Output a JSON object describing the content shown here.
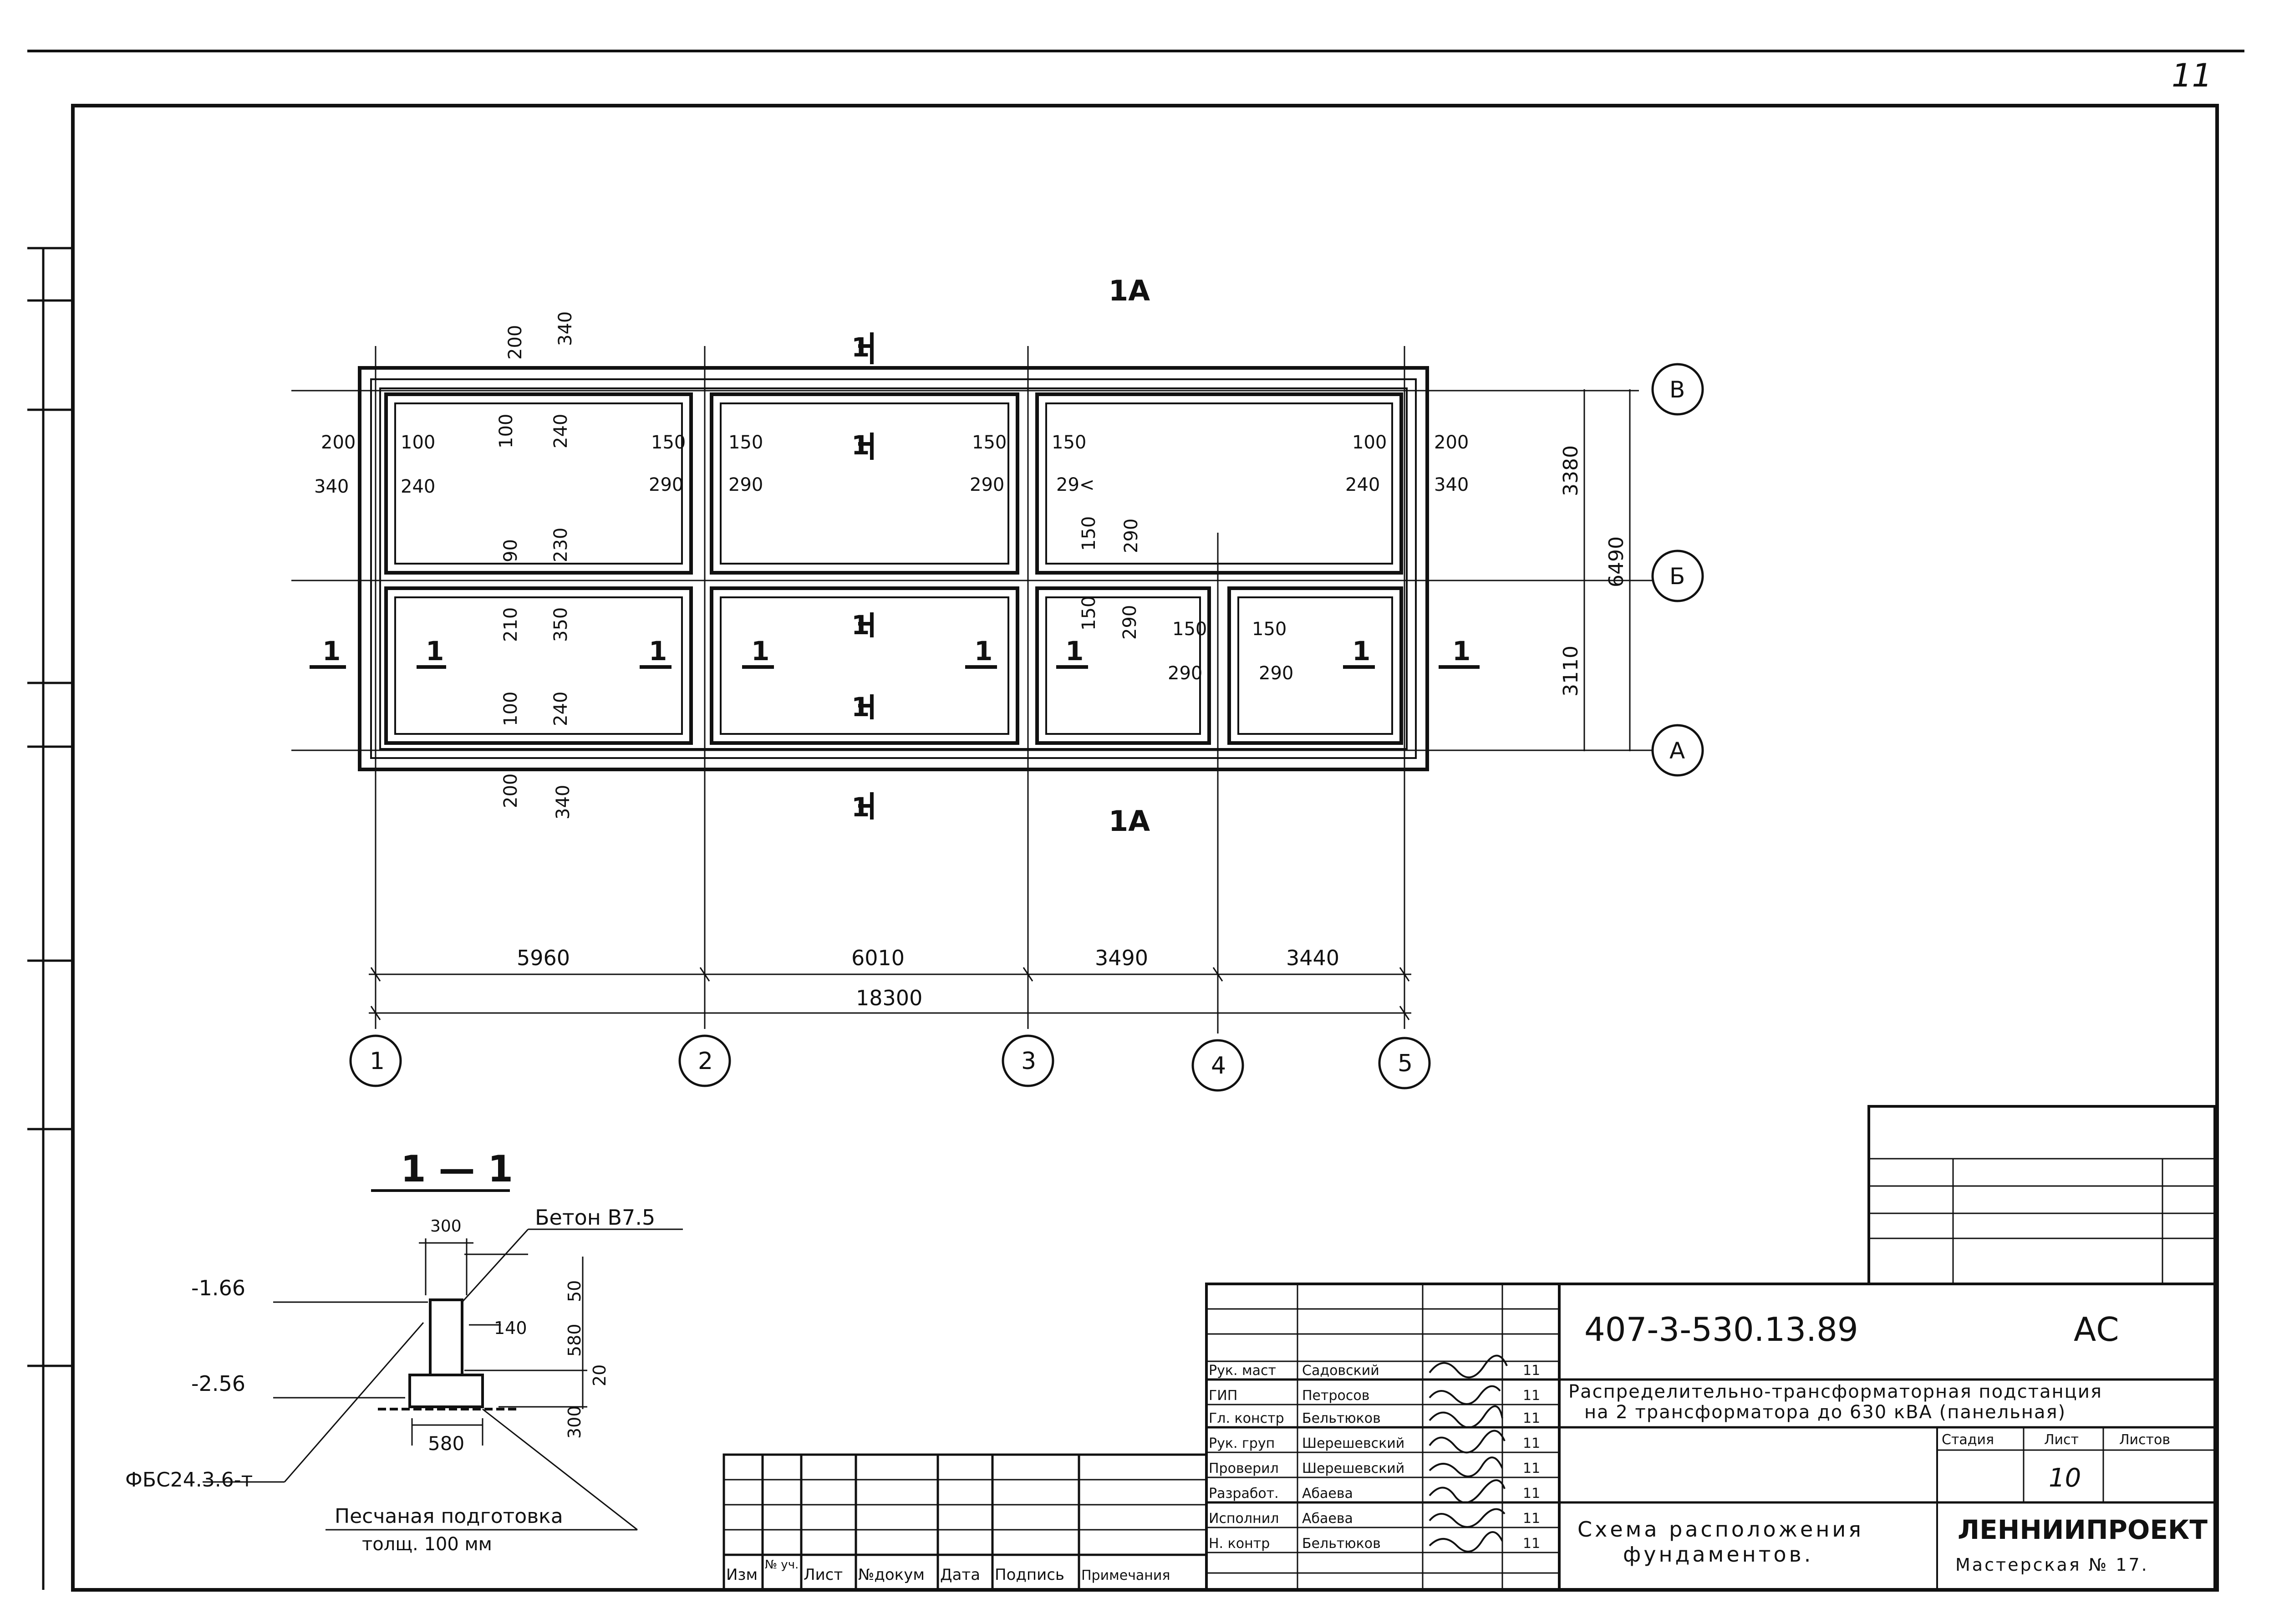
{
  "sheet_number": "11",
  "plan": {
    "grid_axes_columns": [
      "1",
      "2",
      "3",
      "4",
      "5"
    ],
    "grid_axes_rows": [
      "В",
      "Б",
      "А"
    ],
    "section_mark_label": "1",
    "elevation_view_label": "1А",
    "span_dimensions": [
      "5960",
      "6010",
      "3490",
      "3440"
    ],
    "overall_length": "18300",
    "row_dimensions": [
      "3380",
      "3110"
    ],
    "overall_width": "6490",
    "wall_dimensions": {
      "top_outer_200": "200",
      "top_340": "340",
      "top_100": "100",
      "top_240": "240",
      "left_200": "200",
      "left_340": "340",
      "left_100": "100",
      "left_240": "240",
      "mid_150a": "150",
      "mid_150b": "150",
      "mid_290a": "290",
      "mid_290b": "290",
      "mid2_150a": "150",
      "mid2_150b": "150",
      "mid2_290a": "290",
      "mid2_290b": "29<",
      "right_100": "100",
      "right_200": "200",
      "right_240": "240",
      "right_340": "340",
      "center_90": "90",
      "center_230": "230",
      "center_210": "210",
      "center_350": "350",
      "inner_150": "150",
      "inner_290": "290",
      "inner_150b": "150",
      "inner_290b": "290",
      "bay_150a": "150",
      "bay_150b": "150",
      "bay_290a": "290",
      "bay_290b": "290",
      "bottom_100": "100",
      "bottom_240": "240",
      "bottom_200": "200",
      "bottom_340": "340"
    }
  },
  "section": {
    "title": "1 — 1",
    "width_top": "300",
    "width_base": "580",
    "concrete_label": "Бетон В7.5",
    "elevation_top": "-1.66",
    "elevation_bottom": "-2.56",
    "dim_50": "50",
    "dim_580": "580",
    "dim_20": "20",
    "dim_300": "300",
    "dim_140": "140",
    "block_label": "ФБС24.3.6-т",
    "sand_label": "Песчаная подготовка",
    "sand_thickness": "толщ. 100 мм"
  },
  "revision_table": {
    "headers": [
      "Изм",
      "№ уч.",
      "Лист",
      "№докум",
      "Дата",
      "Подпись",
      "Примечания"
    ]
  },
  "title_block": {
    "doc_code": "407-3-530.13.89",
    "mark": "АС",
    "project_name_line1": "Распределительно-трансформаторная подстанция",
    "project_name_line2": "на 2 трансформатора до 630 кВА (панельная)",
    "drawing_name_line1": "Схема расположения",
    "drawing_name_line2": "фундаментов.",
    "stage_header": "Стадия",
    "sheet_header": "Лист",
    "sheets_header": "Листов",
    "sheet_value": "10",
    "organization": "ЛЕННИИПРОЕКТ",
    "workshop": "Мастерская № 17.",
    "roles": [
      {
        "role": "Рук. маст",
        "name": "Садовский",
        "date": "11"
      },
      {
        "role": "ГИП",
        "name": "Петросов",
        "date": "11"
      },
      {
        "role": "Гл. констр",
        "name": "Бельтюков",
        "date": "11"
      },
      {
        "role": "Рук. груп",
        "name": "Шерешевский",
        "date": "11"
      },
      {
        "role": "Проверил",
        "name": "Шерешевский",
        "date": "11"
      },
      {
        "role": "Разработ.",
        "name": "Абаева",
        "date": "11"
      },
      {
        "role": "Исполнил",
        "name": "Абаева",
        "date": "11"
      },
      {
        "role": "Н. контр",
        "name": "Бельтюков",
        "date": "11"
      }
    ]
  }
}
